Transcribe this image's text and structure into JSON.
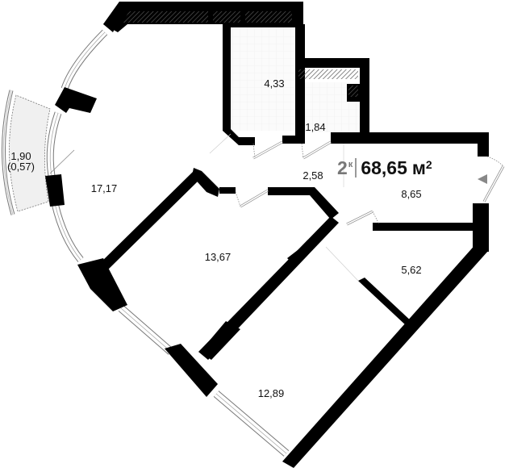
{
  "plan": {
    "rooms_count": "2",
    "rooms_suffix": "к",
    "total_area": "68,65",
    "area_unit": "м",
    "area_unit_sup": "2",
    "colors": {
      "wall": "#000000",
      "hatch": "#555555",
      "bathroom_fill": "#f6f6f6",
      "balcony_fill": "#f0f0f0",
      "text": "#111111",
      "muted": "#777777"
    }
  },
  "rooms": [
    {
      "id": "living",
      "area": "17,17"
    },
    {
      "id": "bedroom-1",
      "area": "13,67"
    },
    {
      "id": "bedroom-2",
      "area": "12,89"
    },
    {
      "id": "bathroom",
      "area": "4,33"
    },
    {
      "id": "wc",
      "area": "1,84"
    },
    {
      "id": "corridor",
      "area": "2,58"
    },
    {
      "id": "hall",
      "area": "8,65"
    },
    {
      "id": "kitchen",
      "area": "5,62"
    }
  ],
  "balcony": {
    "area": "1,90",
    "reduced_area": "(0,57)"
  },
  "entrance": {
    "icon": "entrance-arrow-icon"
  }
}
